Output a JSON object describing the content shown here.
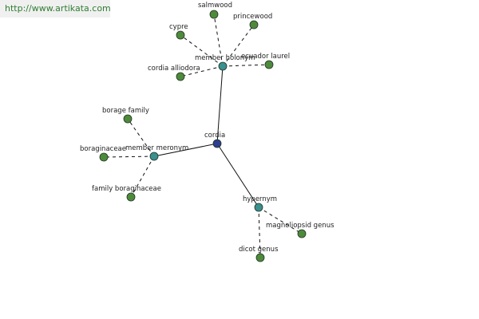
{
  "watermark": "http://www.artikata.com",
  "colors": {
    "root": "#2e3f8f",
    "relation": "#3a8f8f",
    "leaf": "#4e8a3c",
    "node_stroke": "#1f3320",
    "edge": "#111111"
  },
  "nodes": {
    "cordia": {
      "label": "cordia",
      "type": "root"
    },
    "member_holonym": {
      "label": "member holonym",
      "type": "relation"
    },
    "member_meronym": {
      "label": "member meronym",
      "type": "relation"
    },
    "hypernym": {
      "label": "hypernym",
      "type": "relation"
    },
    "salmwood": {
      "label": "salmwood",
      "type": "leaf"
    },
    "princewood": {
      "label": "princewood",
      "type": "leaf"
    },
    "cypre": {
      "label": "cypre",
      "type": "leaf"
    },
    "ecuador_laurel": {
      "label": "ecuador laurel",
      "type": "leaf"
    },
    "cordia_alliodora": {
      "label": "cordia alliodora",
      "type": "leaf"
    },
    "borage_family": {
      "label": "borage family",
      "type": "leaf"
    },
    "boraginaceae": {
      "label": "boraginaceae",
      "type": "leaf"
    },
    "family_boraginaceae": {
      "label": "family boraginaceae",
      "type": "leaf"
    },
    "magnoliopsid_genus": {
      "label": "magnoliopsid genus",
      "type": "leaf"
    },
    "dicot_genus": {
      "label": "dicot genus",
      "type": "leaf"
    }
  },
  "edges": [
    {
      "from": "cordia",
      "to": "member_holonym",
      "style": "solid"
    },
    {
      "from": "cordia",
      "to": "member_meronym",
      "style": "solid"
    },
    {
      "from": "cordia",
      "to": "hypernym",
      "style": "solid"
    },
    {
      "from": "member_holonym",
      "to": "salmwood",
      "style": "dashed"
    },
    {
      "from": "member_holonym",
      "to": "princewood",
      "style": "dashed"
    },
    {
      "from": "member_holonym",
      "to": "cypre",
      "style": "dashed"
    },
    {
      "from": "member_holonym",
      "to": "ecuador_laurel",
      "style": "dashed"
    },
    {
      "from": "member_holonym",
      "to": "cordia_alliodora",
      "style": "dashed"
    },
    {
      "from": "member_meronym",
      "to": "borage_family",
      "style": "dashed"
    },
    {
      "from": "member_meronym",
      "to": "boraginaceae",
      "style": "dashed"
    },
    {
      "from": "member_meronym",
      "to": "family_boraginaceae",
      "style": "dashed"
    },
    {
      "from": "hypernym",
      "to": "magnoliopsid_genus",
      "style": "dashed"
    },
    {
      "from": "hypernym",
      "to": "dicot_genus",
      "style": "dashed"
    }
  ]
}
